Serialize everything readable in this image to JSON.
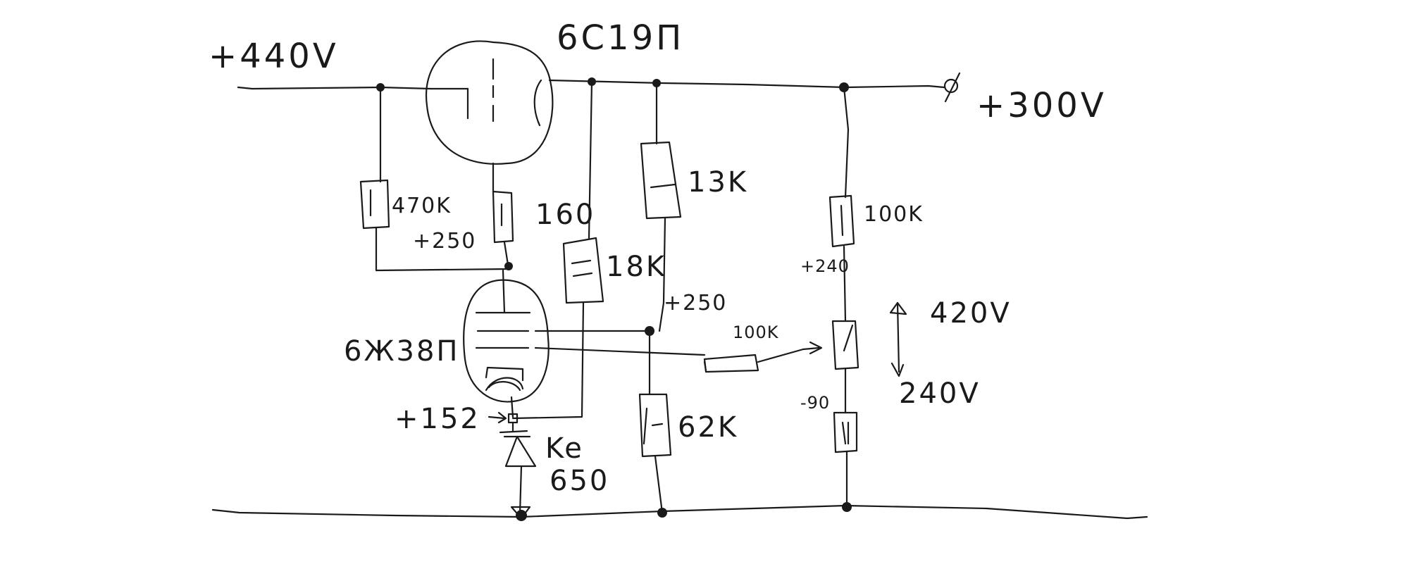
{
  "schematic": {
    "rails": {
      "input_voltage": "+440V",
      "output_voltage": "+300V"
    },
    "tubes": {
      "pass_tube": "6С19П",
      "error_amp": "6Ж38П"
    },
    "resistors": {
      "r_grid": "470K",
      "r_grid_stop": "160",
      "r_screen": "18K",
      "r_top_div": "13K",
      "r_bot_div": "62K",
      "r_fb": "100K",
      "r_pot_top": "100K"
    },
    "voltages": {
      "grid_node": "+250",
      "screen_node": "+250",
      "cathode_node": "+152",
      "pot_top": "+240",
      "pot_bottom": "-90",
      "pot_range_high": "420V",
      "pot_range_low": "240V"
    },
    "zener": {
      "type": "Ke",
      "value": "650"
    }
  }
}
